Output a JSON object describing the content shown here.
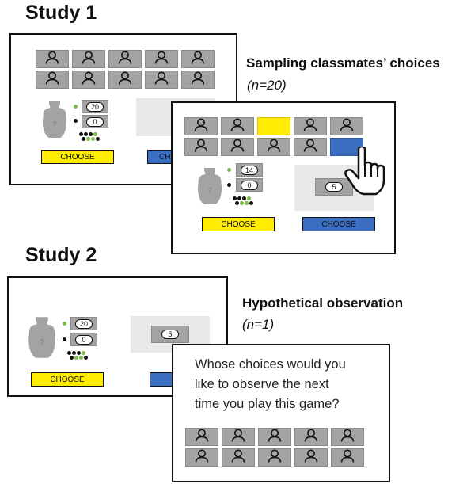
{
  "study1": {
    "heading": "Study 1",
    "caption": "Sampling classmates’ choices",
    "n_label": "(n=20)",
    "back_panel": {
      "urn_count_top": "20",
      "urn_count_bottom": "0",
      "button_left": "CHOOSE",
      "button_right_partial": "CH"
    },
    "front_panel": {
      "urn_count_top": "14",
      "urn_count_bottom": "0",
      "sure_amount": "5",
      "button_left": "CHOOSE",
      "button_right": "CHOOSE"
    }
  },
  "study2": {
    "heading": "Study 2",
    "caption": "Hypothetical observation",
    "n_label": "(n=1)",
    "back_panel": {
      "urn_count_top": "20",
      "urn_count_bottom": "0",
      "sure_amount": "5",
      "button_left": "CHOOSE"
    },
    "front_panel": {
      "question": [
        "Whose choices would you",
        "like to observe the next",
        "time you play this game?"
      ]
    }
  },
  "colors": {
    "yellow": "#ffec00",
    "blue": "#3a6fc4",
    "gray": "#a3a3a3",
    "green": "#7dbb4a"
  },
  "icons": {
    "person": "person-icon",
    "urn": "urn-icon",
    "hand": "pointing-hand-icon"
  }
}
